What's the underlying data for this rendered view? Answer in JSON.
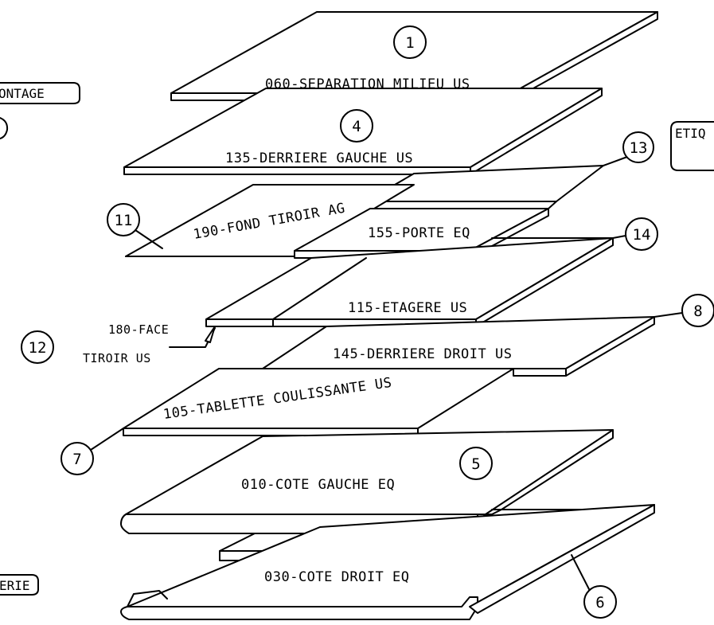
{
  "drawing": {
    "left_tags": [
      "ONTAGE",
      "ERIE"
    ],
    "right_tag": "ETIQ",
    "parts": [
      {
        "ref": "1",
        "label": "060-SEPARATION MILIEU US"
      },
      {
        "ref": "4",
        "label": "135-DERRIERE GAUCHE US"
      },
      {
        "ref": "13",
        "label": ""
      },
      {
        "ref": "11",
        "label": "190-FOND TIROIR AG"
      },
      {
        "ref": "",
        "label": "155-PORTE EQ"
      },
      {
        "ref": "14",
        "label": ""
      },
      {
        "ref": "",
        "label": "115-ETAGERE US"
      },
      {
        "ref": "12",
        "label": "180-FACE"
      },
      {
        "ref": "",
        "label": "TIROIR US"
      },
      {
        "ref": "8",
        "label": "145-DERRIERE DROIT US"
      },
      {
        "ref": "7",
        "label": "105-TABLETTE COULISSANTE US"
      },
      {
        "ref": "5",
        "label": "010-COTE GAUCHE EQ"
      },
      {
        "ref": "6",
        "label": "030-COTE DROIT EQ"
      }
    ]
  }
}
